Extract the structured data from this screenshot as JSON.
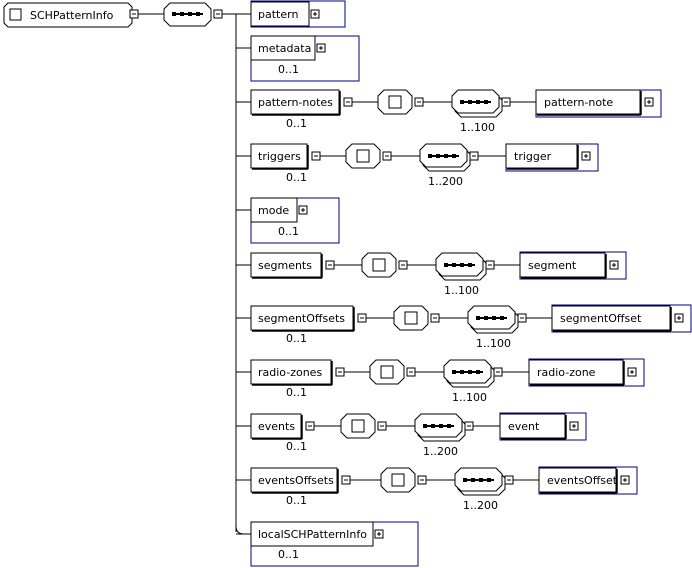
{
  "root": {
    "label": "SCHPatternInfo"
  },
  "rows": [
    {
      "name": "pattern",
      "occurs": "",
      "children": null
    },
    {
      "name": "metadata",
      "occurs": "0..1",
      "children": null
    },
    {
      "name": "pattern-notes",
      "occurs": "0..1",
      "children": {
        "child": "pattern-note",
        "occurs": "1..100"
      }
    },
    {
      "name": "triggers",
      "occurs": "0..1",
      "children": {
        "child": "trigger",
        "occurs": "1..200"
      }
    },
    {
      "name": "mode",
      "occurs": "0..1",
      "children": null
    },
    {
      "name": "segments",
      "occurs": "",
      "children": {
        "child": "segment",
        "occurs": "1..100"
      }
    },
    {
      "name": "segmentOffsets",
      "occurs": "0..1",
      "children": {
        "child": "segmentOffset",
        "occurs": "1..100"
      }
    },
    {
      "name": "radio-zones",
      "occurs": "0..1",
      "children": {
        "child": "radio-zone",
        "occurs": "1..100"
      }
    },
    {
      "name": "events",
      "occurs": "0..1",
      "children": {
        "child": "event",
        "occurs": "1..200"
      }
    },
    {
      "name": "eventsOffsets",
      "occurs": "0..1",
      "children": {
        "child": "eventsOffset",
        "occurs": "1..200"
      }
    },
    {
      "name": "localSCHPatternInfo",
      "occurs": "0..1",
      "children": null
    }
  ],
  "colors": {
    "border": "#000000",
    "optionalBorder": "#000080",
    "line": "#000000"
  }
}
